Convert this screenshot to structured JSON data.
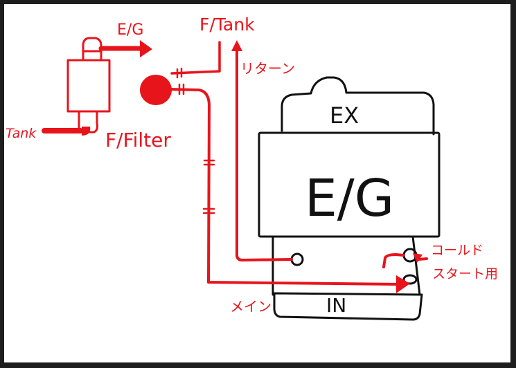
{
  "colors": {
    "background": "#1e1e1e",
    "paper": "#ffffff",
    "ink_red": "#e8141c",
    "ink_black": "#111111"
  },
  "labels": {
    "eg_arrow": "E/G",
    "ftank": "F/Tank",
    "return": "リターン",
    "tank": "Tank",
    "ffilter": "F/Filter",
    "ex": "EX",
    "eg": "E/G",
    "in": "IN",
    "main": "メイン",
    "cold_start_1": "コールド",
    "cold_start_2": "スタート用"
  }
}
